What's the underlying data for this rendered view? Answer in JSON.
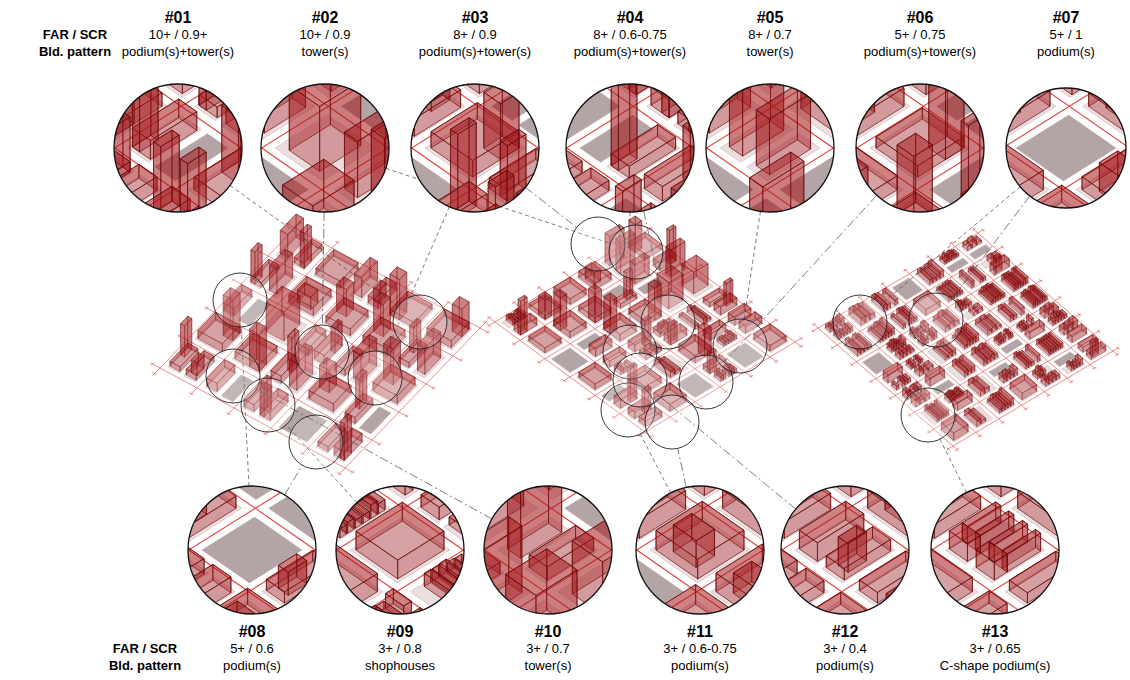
{
  "diagram": {
    "nodes": [
      {
        "text": [
          "#01",
          "10+ / 0.9+",
          "podium(s)+tower(s)"
        ]
      },
      {
        "text": [
          "#02",
          "10+ / 0.9",
          "tower(s)"
        ]
      },
      {
        "text": [
          "#03",
          "8+ / 0.9",
          "podium(s)+tower(s)"
        ]
      },
      {
        "text": [
          "#04",
          "8+ / 0.6-0.75",
          "podium(s)+tower(s)"
        ]
      },
      {
        "text": [
          "#05",
          "8+ / 0.7",
          "tower(s)"
        ]
      },
      {
        "text": [
          "#06",
          "5+ / 0.75",
          "podium(s)+tower(s)"
        ]
      },
      {
        "text": [
          "#07",
          "5+ / 1",
          "podium(s)"
        ]
      },
      {
        "text": [
          "#08",
          "5+ / 0.6",
          "podium(s)"
        ]
      },
      {
        "text": [
          "#09",
          "3+ / 0.8",
          "shophouses"
        ]
      },
      {
        "text": [
          "#10",
          "3+ / 0.7",
          "tower(s)"
        ]
      },
      {
        "text": [
          "#11",
          "3+ / 0.6-0.75",
          "podium(s)"
        ]
      },
      {
        "text": [
          "#12",
          "3+ / 0.4",
          "podium(s)"
        ]
      },
      {
        "text": [
          "#13",
          "3+ / 0.65",
          "C-shape podium(s)"
        ]
      }
    ],
    "labels": [
      "FAR / SCR",
      "Bld. pattern",
      "FAR / SCR",
      "Bld. pattern"
    ]
  }
}
